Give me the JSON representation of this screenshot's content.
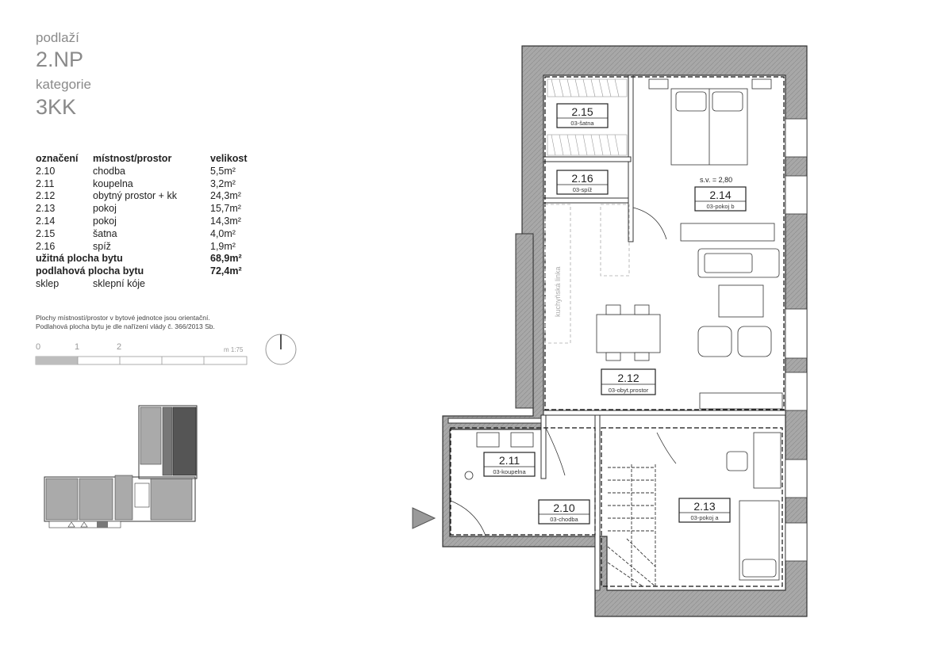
{
  "header": {
    "floor_label": "podlaží",
    "floor_value": "2.NP",
    "category_label": "kategorie",
    "category_value": "3KK"
  },
  "legend": {
    "col_code": "označení",
    "col_room": "místnost/prostor",
    "col_size": "velikost",
    "rows": [
      {
        "code": "2.10",
        "room": "chodba",
        "size": "5,5m²"
      },
      {
        "code": "2.11",
        "room": "koupelna",
        "size": "3,2m²"
      },
      {
        "code": "2.12",
        "room": "obytný prostor + kk",
        "size": "24,3m²"
      },
      {
        "code": "2.13",
        "room": "pokoj",
        "size": "15,7m²"
      },
      {
        "code": "2.14",
        "room": "pokoj",
        "size": "14,3m²"
      },
      {
        "code": "2.15",
        "room": "šatna",
        "size": "4,0m²"
      },
      {
        "code": "2.16",
        "room": "spíž",
        "size": "1,9m²"
      }
    ],
    "usable_label": "užitná plocha bytu",
    "usable_value": "68,9m²",
    "floor_area_label": "podlahová plocha bytu",
    "floor_area_value": "72,4m²",
    "cellar_code": "sklep",
    "cellar_room": "sklepní kóje"
  },
  "note": {
    "line1": "Plochy místností/prostor v bytové jednotce jsou orientační.",
    "line2": "Podlahová plocha bytu je dle nařízení vlády č. 366/2013 Sb."
  },
  "scale": {
    "ticks": [
      "0",
      "1",
      "2"
    ],
    "unit": "m 1:75"
  },
  "plan": {
    "ceiling_height": "s.v. = 2,80",
    "kitchen_label": "kuchyňská linka",
    "rooms": [
      {
        "code": "2.15",
        "name": "03-šatna"
      },
      {
        "code": "2.16",
        "name": "03-spíž"
      },
      {
        "code": "2.14",
        "name": "03-pokoj b"
      },
      {
        "code": "2.12",
        "name": "03-obyt.prostor"
      },
      {
        "code": "2.11",
        "name": "03-koupelna"
      },
      {
        "code": "2.10",
        "name": "03-chodba"
      },
      {
        "code": "2.13",
        "name": "03-pokoj a"
      }
    ]
  },
  "colors": {
    "wall": "#9a9a9a",
    "line": "#222222",
    "accent_gray": "#b5b5b5"
  }
}
